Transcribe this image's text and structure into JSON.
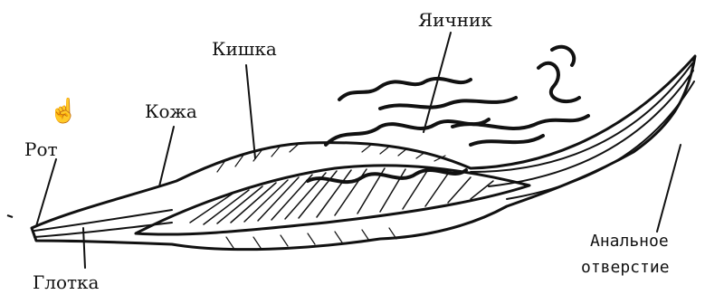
{
  "diagram": {
    "labels": {
      "mouth": "Рот",
      "skin": "Кожа",
      "intestine": "Кишка",
      "ovary": "Яичник",
      "pharynx": "Глотка",
      "anus_line1": "Анальное",
      "anus_line2": "отверстие"
    },
    "colors": {
      "ink": "#111111",
      "background": "#ffffff"
    },
    "icons": {
      "cursor": "hand-pointer-icon"
    }
  }
}
